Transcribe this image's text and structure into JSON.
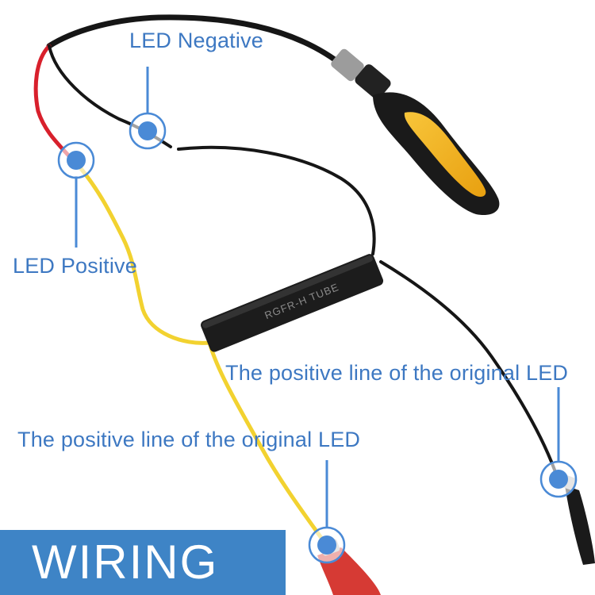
{
  "labels": {
    "led_negative": "LED Negative",
    "led_positive": "LED Positive",
    "original_positive_right": "The positive line of the original LED",
    "original_positive_left": "The positive line of the original LED"
  },
  "resistor_text": "RGFR-H TUBE",
  "banner": {
    "text": "WIRING"
  },
  "colors": {
    "label_blue": "#3d78c2",
    "marker_blue": "#4a8ad6",
    "banner_blue": "#3e84c6",
    "wire_black": "#161616",
    "wire_red": "#d8202c",
    "wire_yellow": "#f2d230",
    "led_amber": "#f2b21e",
    "clip_red": "#d63a34"
  },
  "icons": [
    "marker-dot-icon"
  ]
}
